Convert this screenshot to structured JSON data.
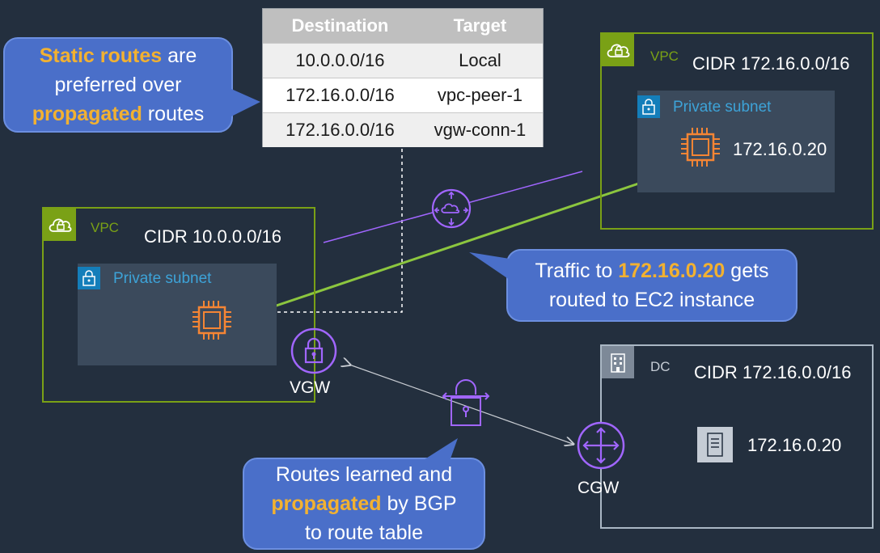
{
  "route_table": {
    "headers": [
      "Destination",
      "Target"
    ],
    "rows": [
      {
        "destination": "10.0.0.0/16",
        "target": "Local"
      },
      {
        "destination": "172.16.0.0/16",
        "target": "vpc-peer-1"
      },
      {
        "destination": "172.16.0.0/16",
        "target": "vgw-conn-1"
      }
    ]
  },
  "callouts": {
    "static": {
      "line1_hl": "Static routes",
      "line1_rest": " are",
      "line2": "preferred over",
      "line3_hl": "propagated",
      "line3_rest": " routes"
    },
    "traffic": {
      "line1_pre": "Traffic to ",
      "line1_hl": "172.16.0.20",
      "line1_post": " gets",
      "line2": "routed to EC2 instance"
    },
    "bgp": {
      "line1": "Routes learned and",
      "line2_hl": "propagated",
      "line2_rest": " by BGP",
      "line3": "to route table"
    }
  },
  "left_vpc": {
    "tag": "VPC",
    "cidr": "CIDR 10.0.0.0/16",
    "subnet_label": "Private subnet"
  },
  "right_vpc": {
    "tag": "VPC",
    "cidr": "CIDR 172.16.0.0/16",
    "subnet_label": "Private subnet",
    "instance_ip": "172.16.0.20"
  },
  "dc": {
    "tag": "DC",
    "cidr": "CIDR 172.16.0.0/16",
    "server_ip": "172.16.0.20"
  },
  "labels": {
    "vgw": "VGW",
    "cgw": "CGW"
  },
  "colors": {
    "background": "#232f3e",
    "vpc_border": "#7aa116",
    "highlight": "#f2b131",
    "callout": "#4a6fc9",
    "subnet_label": "#3da3d8",
    "ec2_orange": "#f58534",
    "gateway_purple": "#a166ff",
    "route_line": "#8cc63f"
  }
}
